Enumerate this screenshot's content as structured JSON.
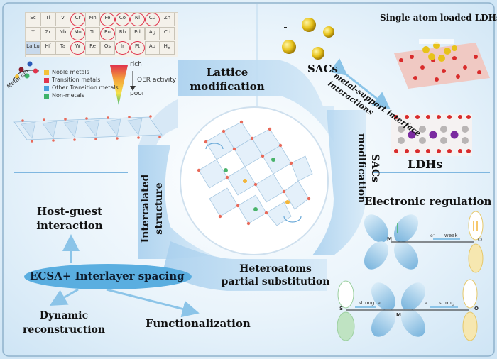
{
  "labels": {
    "lattice": [
      "Lattice",
      "modification"
    ],
    "sacs_mod": [
      "SACs",
      "modification"
    ],
    "intercalated": [
      "Intercalated",
      "structure"
    ],
    "heteroatoms": [
      "Heteroatoms",
      "partial substitution"
    ],
    "single_atom_ldhs": "Single atom loaded LDHs",
    "sacs": "SACs",
    "ldhs": "LDHs",
    "msi": [
      "metal-support interface",
      "interactions"
    ],
    "electronic_regulation": "Electronic regulation",
    "host_guest": [
      "Host-guest",
      "interaction"
    ],
    "ecsa": "ECSA+ Interlayer spacing",
    "dynamic": [
      "Dynamic",
      "reconstruction"
    ],
    "functionalization": "Functionalization"
  },
  "legend": {
    "items": [
      {
        "label": "Noble metals",
        "color": "#f3c23a"
      },
      {
        "label": "Transition metals",
        "color": "#e0344c"
      },
      {
        "label": "Other Transition metals",
        "color": "#4aa0dc"
      },
      {
        "label": "Non-metals",
        "color": "#3fb36a"
      }
    ],
    "rich": "rich",
    "poor": "poor",
    "oer_activity": "OER activity",
    "metal_ion": "Metal ion"
  },
  "periodic_table": {
    "rows": [
      [
        "Sc",
        "Ti",
        "V",
        "Cr",
        "Mn",
        "Fe",
        "Co",
        "Ni",
        "Cu",
        "Zn"
      ],
      [
        "Y",
        "Zr",
        "Nb",
        "Mo",
        "Tc",
        "Ru",
        "Rh",
        "Pd",
        "Ag",
        "Cd"
      ],
      [
        "La Lu",
        "Hf",
        "Ta",
        "W",
        "Re",
        "Os",
        "Ir",
        "Pt",
        "Au",
        "Hg"
      ]
    ],
    "highlight": [
      "Cr",
      "Fe",
      "Co",
      "Ni",
      "Cu",
      "Mo",
      "Ru",
      "W",
      "Ir",
      "Pt"
    ],
    "highlight_color": "#e0344c"
  },
  "orbital": {
    "top_m": "M",
    "top_o": "O",
    "weak": "weak",
    "e1": "e⁻",
    "bot_s": "S",
    "bot_m": "M",
    "bot_o": "O",
    "strong1": "strong",
    "strong2": "strong",
    "e2": "e⁻",
    "e3": "e⁻"
  },
  "colors": {
    "band": "#bcd9ef",
    "band_dark": "#9cc6e6",
    "ellipse": "#5aaee0",
    "arrow": "#8bc4e8",
    "panel_bg": "#eef6fc"
  }
}
